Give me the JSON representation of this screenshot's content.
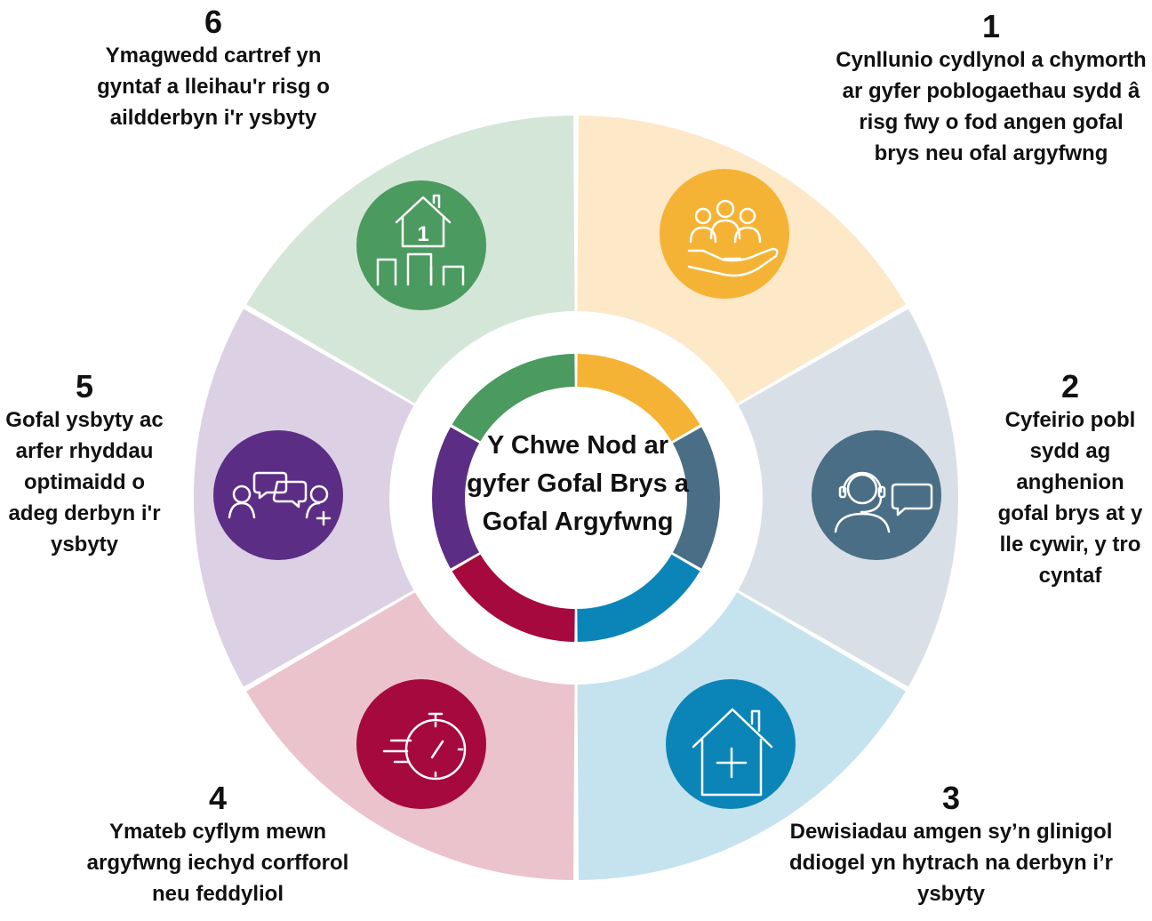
{
  "title": "Y Chwe Nod ar gyfer Gofal Brys a Gofal Argyfwng",
  "goals": [
    {
      "number": "1",
      "text": "Cynllunio cydlynol a chymorth ar gyfer poblogaethau sydd â risg fwy o fod angen gofal brys neu ofal argyfwng",
      "color": "#f5b335",
      "tint": "#fde8c8",
      "icon": "community-care-hand-icon"
    },
    {
      "number": "2",
      "text": "Cyfeirio pobl sydd ag anghenion gofal brys at y lle cywir, y tro cyntaf",
      "color": "#4a6e85",
      "tint": "#d9dfe6",
      "icon": "headset-advisor-icon"
    },
    {
      "number": "3",
      "text": "Dewisiadau amgen sy’n glinigol ddiogel yn hytrach na derbyn i’r ysbyty",
      "color": "#0b85b8",
      "tint": "#c5e3ee",
      "icon": "house-medical-cross-icon"
    },
    {
      "number": "4",
      "text": "Ymateb cyflym mewn argyfwng iechyd corfforol neu feddyliol",
      "color": "#a6093d",
      "tint": "#ebc3cd",
      "icon": "stopwatch-icon"
    },
    {
      "number": "5",
      "text": "Gofal ysbyty ac arfer rhyddau optimaidd o adeg derbyn i'r ysbyty",
      "color": "#5c2d85",
      "tint": "#dcd0e4",
      "icon": "conversation-people-icon"
    },
    {
      "number": "6",
      "text": "Ymagwedd cartref yn gyntaf a lleihau'r risg o aildderbyn i'r ysbyty",
      "color": "#4b9a5f",
      "tint": "#d4e6d8",
      "icon": "home-first-icon"
    }
  ]
}
